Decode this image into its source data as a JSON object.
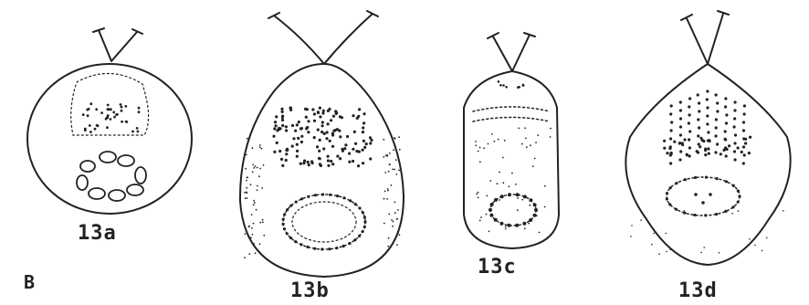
{
  "panel_label": "B",
  "figures": [
    {
      "id": "13a",
      "label": "13a"
    },
    {
      "id": "13b",
      "label": "13b"
    },
    {
      "id": "13c",
      "label": "13c"
    },
    {
      "id": "13d",
      "label": "13d"
    }
  ],
  "colors": {
    "ink": "#222222",
    "background": "#ffffff"
  }
}
